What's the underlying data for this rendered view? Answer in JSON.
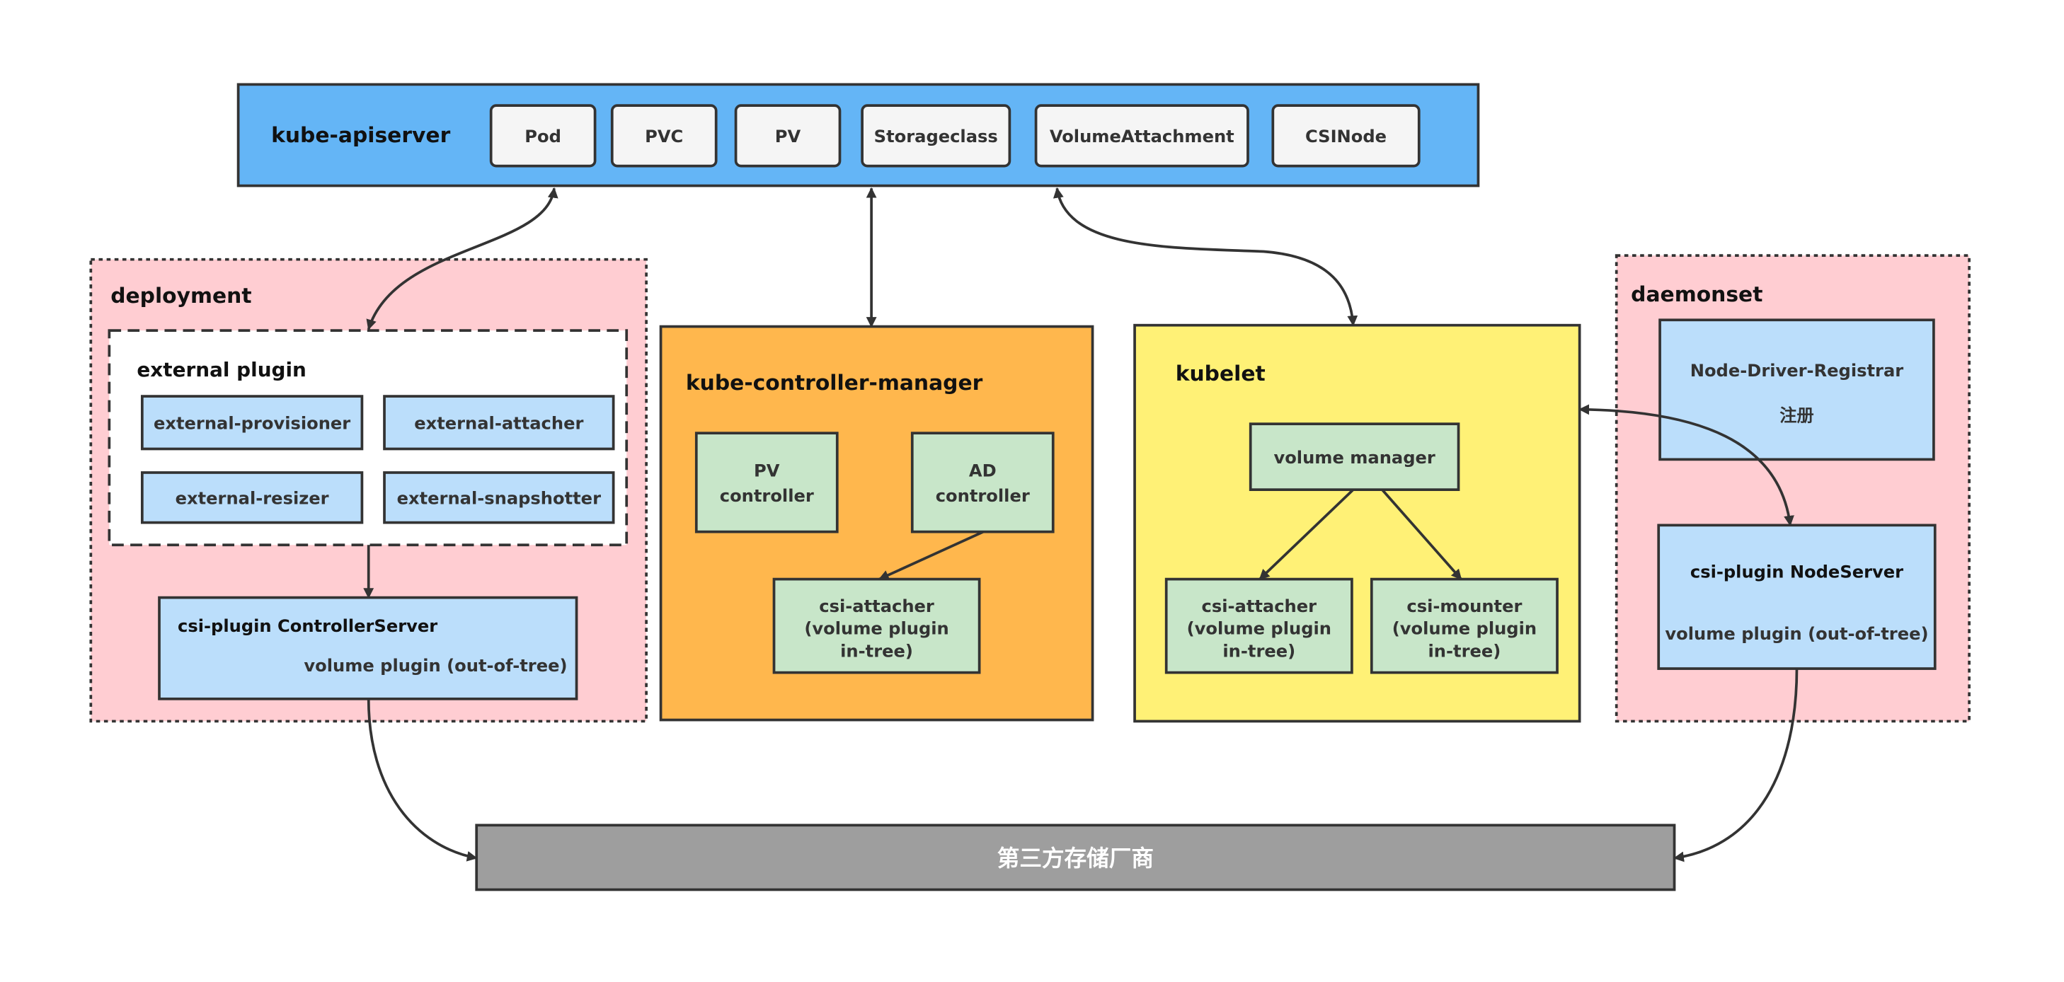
{
  "colors": {
    "apiserver": "#64b5f6",
    "resource": "#f5f5f5",
    "group": "#ffcdd2",
    "plugin": "#bbdefb",
    "controller_manager": "#ffb74d",
    "kubelet": "#fff176",
    "component": "#c8e6c9",
    "storage": "#9e9e9e"
  },
  "apiserver": {
    "title": "kube-apiserver",
    "resources": [
      "Pod",
      "PVC",
      "PV",
      "Storageclass",
      "VolumeAttachment",
      "CSINode"
    ]
  },
  "deployment": {
    "title": "deployment",
    "external_plugin": {
      "title": "external plugin",
      "items": [
        "external-provisioner",
        "external-attacher",
        "external-resizer",
        "external-snapshotter"
      ]
    },
    "controller_server": {
      "title": "csi-plugin  ControllerServer",
      "subtitle": "volume plugin (out-of-tree)"
    }
  },
  "controller_manager": {
    "title": "kube-controller-manager",
    "pv_controller": [
      "PV",
      "controller"
    ],
    "ad_controller": [
      "AD",
      "controller"
    ],
    "csi_attacher": [
      "csi-attacher",
      "(volume plugin",
      "in-tree)"
    ]
  },
  "kubelet": {
    "title": "kubelet",
    "volume_manager": "volume manager",
    "csi_attacher": [
      "csi-attacher",
      "(volume plugin",
      "in-tree)"
    ],
    "csi_mounter": [
      "csi-mounter",
      "(volume plugin",
      "in-tree)"
    ]
  },
  "daemonset": {
    "title": "daemonset",
    "registrar": {
      "title": "Node-Driver-Registrar",
      "subtitle": "注册"
    },
    "node_server": {
      "title": "csi-plugin  NodeServer",
      "subtitle": "volume plugin (out-of-tree)"
    }
  },
  "storage": {
    "title": "第三方存储厂商"
  }
}
